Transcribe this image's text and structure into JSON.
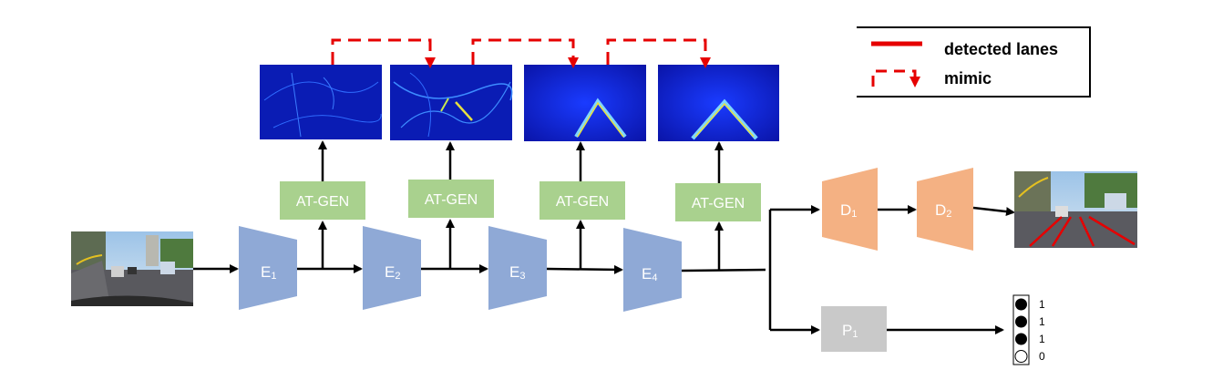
{
  "encoders": [
    {
      "label": "E",
      "sub": "1"
    },
    {
      "label": "E",
      "sub": "2"
    },
    {
      "label": "E",
      "sub": "3"
    },
    {
      "label": "E",
      "sub": "4"
    }
  ],
  "attention_modules": [
    "AT-GEN",
    "AT-GEN",
    "AT-GEN",
    "AT-GEN"
  ],
  "decoders": [
    {
      "label": "D",
      "sub": "1"
    },
    {
      "label": "D",
      "sub": "2"
    }
  ],
  "predictor": {
    "label": "P",
    "sub": "1"
  },
  "existence_outputs": [
    "1",
    "1",
    "1",
    "0"
  ],
  "legend": {
    "detected_label": "detected lanes",
    "mimic_label": "mimic"
  },
  "colors": {
    "encoder": "#8fa9d6",
    "attention": "#a9d18e",
    "decoder": "#f4b183",
    "predictor": "#c9c9c9",
    "lane": "#e60000",
    "heatmap": "#0a1fc8"
  }
}
